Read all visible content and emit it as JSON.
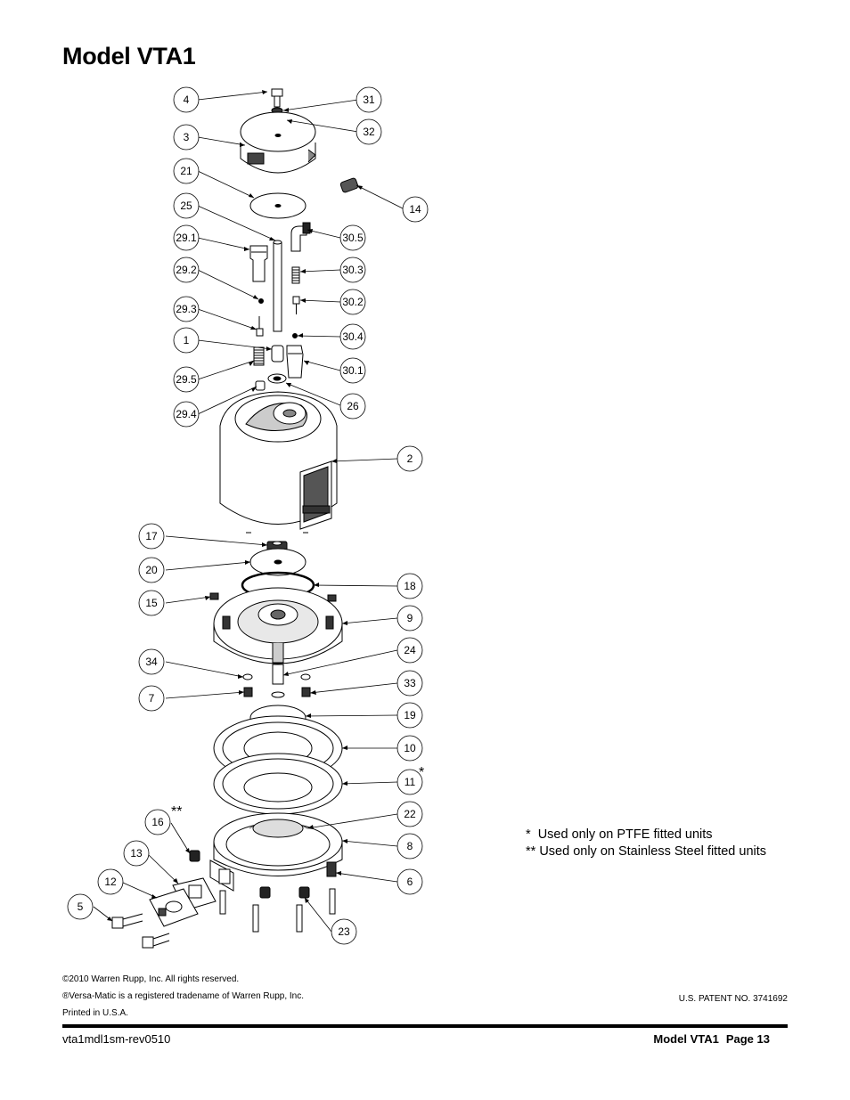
{
  "page": {
    "title": "Model VTA1"
  },
  "callouts": [
    {
      "label": "4",
      "side": "left"
    },
    {
      "label": "31",
      "side": "right"
    },
    {
      "label": "3",
      "side": "left"
    },
    {
      "label": "32",
      "side": "right"
    },
    {
      "label": "21",
      "side": "left"
    },
    {
      "label": "14",
      "side": "right"
    },
    {
      "label": "25",
      "side": "left"
    },
    {
      "label": "29.1",
      "side": "left"
    },
    {
      "label": "30.5",
      "side": "right"
    },
    {
      "label": "29.2",
      "side": "left"
    },
    {
      "label": "30.3",
      "side": "right"
    },
    {
      "label": "29.3",
      "side": "left"
    },
    {
      "label": "30.2",
      "side": "right"
    },
    {
      "label": "1",
      "side": "left"
    },
    {
      "label": "30.4",
      "side": "right"
    },
    {
      "label": "30.1",
      "side": "right"
    },
    {
      "label": "29.5",
      "side": "left"
    },
    {
      "label": "26",
      "side": "right"
    },
    {
      "label": "29.4",
      "side": "left"
    },
    {
      "label": "2",
      "side": "right"
    },
    {
      "label": "17",
      "side": "left"
    },
    {
      "label": "20",
      "side": "left"
    },
    {
      "label": "18",
      "side": "right"
    },
    {
      "label": "15",
      "side": "left"
    },
    {
      "label": "9",
      "side": "right"
    },
    {
      "label": "24",
      "side": "right"
    },
    {
      "label": "34",
      "side": "left"
    },
    {
      "label": "33",
      "side": "right"
    },
    {
      "label": "7",
      "side": "left"
    },
    {
      "label": "19",
      "side": "right"
    },
    {
      "label": "10",
      "side": "right"
    },
    {
      "label": "11",
      "side": "right"
    },
    {
      "label": "16",
      "side": "left"
    },
    {
      "label": "22",
      "side": "right"
    },
    {
      "label": "13",
      "side": "left"
    },
    {
      "label": "8",
      "side": "right"
    },
    {
      "label": "12",
      "side": "left"
    },
    {
      "label": "6",
      "side": "right"
    },
    {
      "label": "5",
      "side": "left"
    },
    {
      "label": "23",
      "side": "right"
    }
  ],
  "marks": {
    "single_asterisk": "*",
    "double_asterisk": "**"
  },
  "notes": {
    "ptfe": "*  Used only on PTFE fitted units",
    "stainless": "** Used only on Stainless Steel fitted units"
  },
  "legal": {
    "copyright": "©2010 Warren Rupp, Inc. All rights reserved.",
    "trademark": "®Versa-Matic is a registered tradename of Warren Rupp, Inc.",
    "printed": "Printed in U.S.A."
  },
  "patent": "U.S. PATENT NO. 3741692",
  "footer": {
    "doc_code": "vta1mdl1sm-rev0510",
    "model": "Model VTA1",
    "page": "Page 13"
  }
}
